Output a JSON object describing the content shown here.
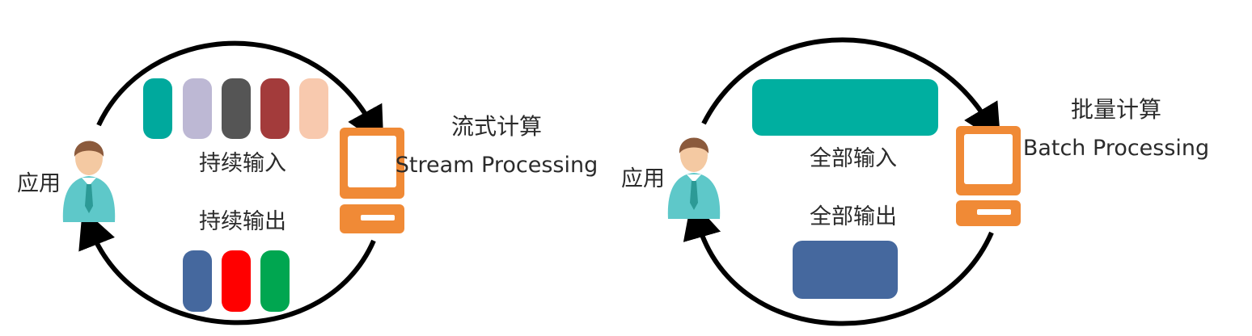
{
  "stream": {
    "user_label": "应用",
    "input_label": "持续输入",
    "output_label": "持续输出",
    "title_cn": "流式计算",
    "title_en": "Stream Processing",
    "input_blocks": [
      {
        "color": "#00A99D"
      },
      {
        "color": "#BDB8D4"
      },
      {
        "color": "#555555"
      },
      {
        "color": "#A33B3B"
      },
      {
        "color": "#F8C9AE"
      }
    ],
    "output_blocks": [
      {
        "color": "#45689E"
      },
      {
        "color": "#FF0000"
      },
      {
        "color": "#00A650"
      }
    ]
  },
  "batch": {
    "user_label": "应用",
    "input_label": "全部输入",
    "output_label": "全部输出",
    "title_cn": "批量计算",
    "title_en": "Batch Processing",
    "input_block": {
      "color": "#00AFA0"
    },
    "output_block": {
      "color": "#45689E"
    }
  },
  "colors": {
    "computer": "#F08A36",
    "screen": "#FFFFFF",
    "skin": "#F4C9A2",
    "hair": "#8B5A3C",
    "shirt": "#5EC8C9",
    "tie": "#2C9A96",
    "arrow": "#000000"
  }
}
